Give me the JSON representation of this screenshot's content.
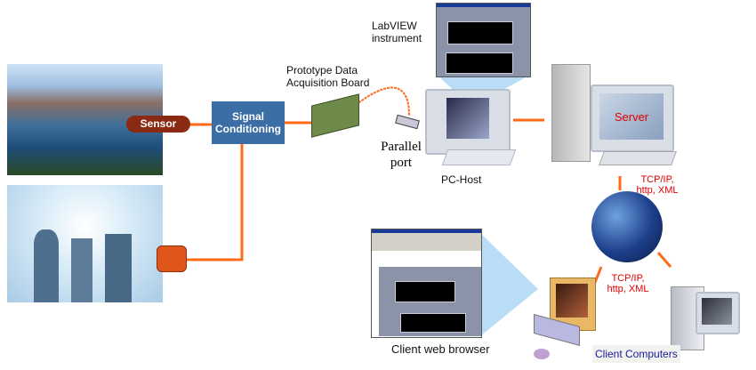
{
  "labels": {
    "sensor": "Sensor",
    "signal_conditioning": "Signal Conditioning",
    "daq_board": "Prototype Data Acquisition Board",
    "parallel_port": "Parallel port",
    "labview": "LabVIEW instrument",
    "pc_host": "PC-Host",
    "server": "Server",
    "protocol_top": "TCP/IP, http, XML",
    "protocol_bottom": "TCP/IP, http, XML",
    "client_browser": "Client web browser",
    "client_computers": "Client Computers"
  },
  "colors": {
    "connector": "#ff6a1a",
    "signal_box": "#3a6ea5",
    "protocol_text": "#e00000",
    "client_text": "#1a1aa0"
  }
}
